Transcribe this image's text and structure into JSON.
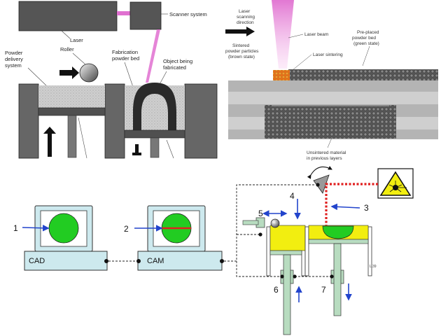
{
  "top_left": {
    "laser": "Laser",
    "scanner": "Scanner system",
    "roller": "Roller",
    "powder_delivery_1": "Powder",
    "powder_delivery_2": "delivery",
    "powder_delivery_3": "system",
    "fab_bed_1": "Fabrication",
    "fab_bed_2": "powder bed",
    "object_1": "Object being",
    "object_2": "fabricated"
  },
  "top_right": {
    "scan_dir_1": "Laser",
    "scan_dir_2": "scanning",
    "scan_dir_3": "direction",
    "laser_beam": "Laser beam",
    "sintered_1": "Sintered",
    "sintered_2": "powder particles",
    "sintered_3": "(brown state)",
    "laser_sintering": "Laser sintering",
    "preplaced_1": "Pre-placed",
    "preplaced_2": "powder bed",
    "preplaced_3": "(green state)",
    "unsintered_1": "Unsintered material",
    "unsintered_2": "in previous layers"
  },
  "bottom": {
    "cad": "CAD",
    "cam": "CAM",
    "n1": "1",
    "n2": "2",
    "n3": "3",
    "n4": "4",
    "n5": "5",
    "n6": "6",
    "n7": "7",
    "tiny": "L 39"
  },
  "colors": {
    "dark_gray": "#555555",
    "laser_pink": "#e070d0",
    "powder": "#c8c8c8",
    "object": "#303030",
    "monitor_fill": "#cde9ee",
    "green": "#22cc22",
    "yellow": "#f2ee10",
    "red_beam": "#e02020",
    "blue_arrow": "#2244cc",
    "piston": "#b8dcc0"
  }
}
